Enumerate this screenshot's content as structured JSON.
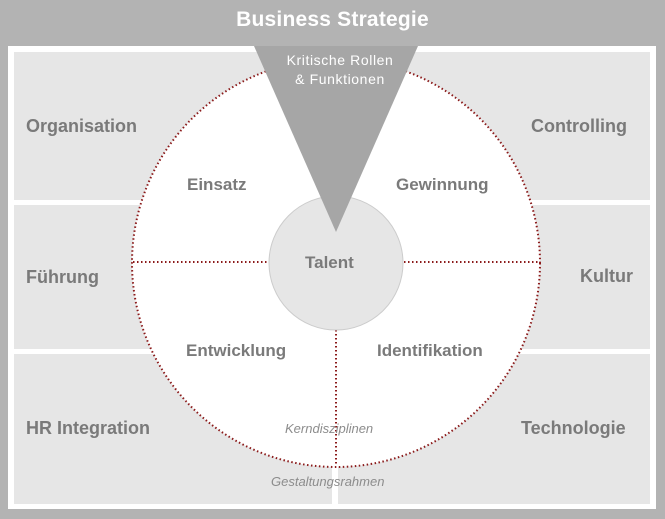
{
  "title": "Business Strategie",
  "triangle": {
    "line1": "Kritische Rollen",
    "line2": "& Funktionen"
  },
  "outer": {
    "organisation": "Organisation",
    "controlling": "Controlling",
    "fuehrung": "Führung",
    "kultur": "Kultur",
    "hr_integration": "HR Integration",
    "technologie": "Technologie"
  },
  "inner": {
    "einsatz": "Einsatz",
    "gewinnung": "Gewinnung",
    "entwicklung": "Entwicklung",
    "identifikation": "Identifikation"
  },
  "center": "Talent",
  "kerndisziplinen": "Kerndisziplinen",
  "gestaltungsrahmen": "Gestaltungsrahmen",
  "colors": {
    "background": "#b3b3b3",
    "cell": "#e6e6e6",
    "text": "#7a7a7a",
    "dotted_line": "#8b1a1a",
    "triangle": "#a6a6a6",
    "center_circle": "#e6e6e6"
  }
}
